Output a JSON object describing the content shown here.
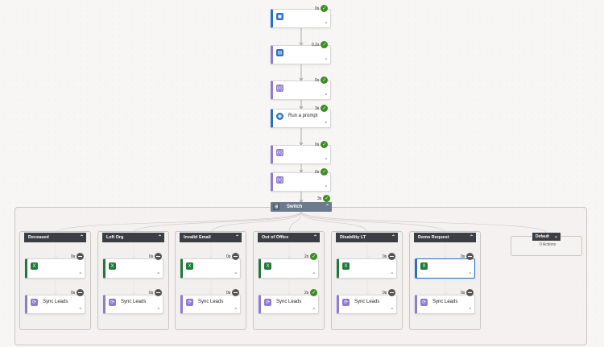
{
  "main_flow": [
    {
      "title": "",
      "duration": "0s",
      "icon": "outlook-icon",
      "variant": "blue"
    },
    {
      "title": "",
      "duration": "0.2s",
      "icon": "calendar-icon",
      "variant": "purple"
    },
    {
      "title": "",
      "duration": "0s",
      "icon": "variable-icon",
      "variant": "purple"
    },
    {
      "title": "Run a prompt",
      "duration": "3s",
      "icon": "ai-builder-icon",
      "variant": "blue"
    },
    {
      "title": "",
      "duration": "0s",
      "icon": "variable-icon",
      "variant": "purple"
    },
    {
      "title": "",
      "duration": "0s",
      "icon": "variable-icon",
      "variant": "purple"
    }
  ],
  "switch": {
    "label": "Switch",
    "duration": "3s",
    "icon": "switch-icon"
  },
  "cases": [
    {
      "label": "Deceased",
      "action1_duration": "0s",
      "action1_status": "skipped",
      "action2_label": "Sync Leads",
      "action2_duration": "0s",
      "action2_status": "skipped"
    },
    {
      "label": "Left Org",
      "action1_duration": "0s",
      "action1_status": "skipped",
      "action2_label": "Sync Leads",
      "action2_duration": "0s",
      "action2_status": "skipped"
    },
    {
      "label": "Invalid Email",
      "action1_duration": "0s",
      "action1_status": "skipped",
      "action2_label": "Sync Leads",
      "action2_duration": "0s",
      "action2_status": "skipped"
    },
    {
      "label": "Out of Office",
      "action1_duration": "2s",
      "action1_status": "succeeded",
      "action2_label": "Sync Leads",
      "action2_duration": "2s",
      "action2_status": "succeeded"
    },
    {
      "label": "Disability LT",
      "action1_duration": "0s",
      "action1_status": "skipped",
      "action2_label": "Sync Leads",
      "action2_duration": "0s",
      "action2_status": "skipped"
    },
    {
      "label": "Demo Request",
      "action1_duration": "0s",
      "action1_status": "skipped",
      "action2_label": "Sync Leads",
      "action2_duration": "0s",
      "action2_status": "skipped"
    }
  ],
  "default_case": {
    "label": "Default",
    "actions_text": "0 Actions"
  },
  "colors": {
    "success": "#3c8c22",
    "skipped": "#555555",
    "switch_header": "#6b7a8d",
    "case_header": "#3b3f44"
  }
}
